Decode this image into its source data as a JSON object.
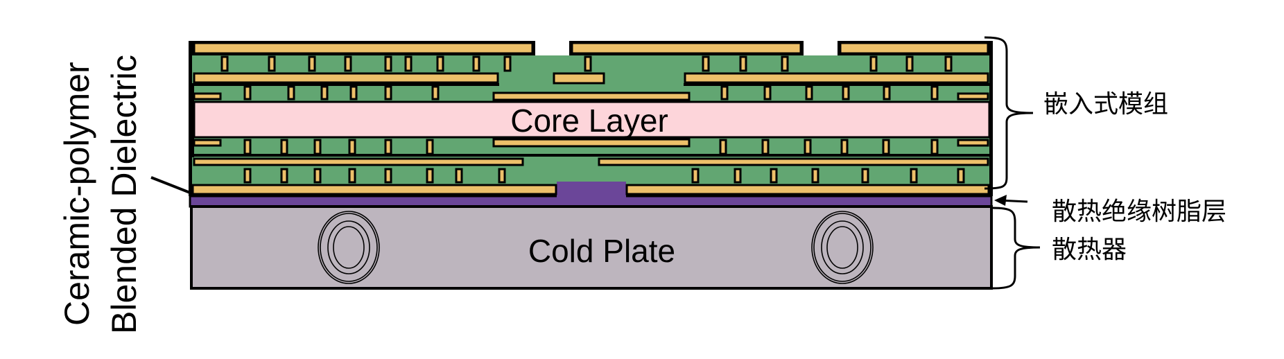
{
  "diagram": {
    "title": "Embedded module cross-section with heat-dissipating insulating resin layer and cold plate",
    "colors": {
      "copper": "#EDC06A",
      "dielectric_green": "#62A672",
      "core_pink": "#FDD5DA",
      "insulating_resin_purple": "#6B4699",
      "cold_plate_grey": "#BDB5BE",
      "outline": "#000000",
      "background": "#FFFFFF"
    },
    "labels": {
      "core_layer": "Core Layer",
      "cold_plate": "Cold Plate",
      "dielectric_line1": "Ceramic-polymer",
      "dielectric_line2": "Blended Dielectric",
      "embedded_module": "嵌入式模组",
      "insulating_resin_layer": "散热绝缘树脂层",
      "heat_sink": "散热器"
    },
    "components": [
      {
        "name": "embedded-module",
        "label_key": "embedded_module"
      },
      {
        "name": "core-layer",
        "label_key": "core_layer"
      },
      {
        "name": "insulating-resin-layer",
        "label_key": "insulating_resin_layer"
      },
      {
        "name": "cold-plate",
        "label_key": "cold_plate"
      },
      {
        "name": "coolant-channel",
        "count": 2
      }
    ]
  }
}
